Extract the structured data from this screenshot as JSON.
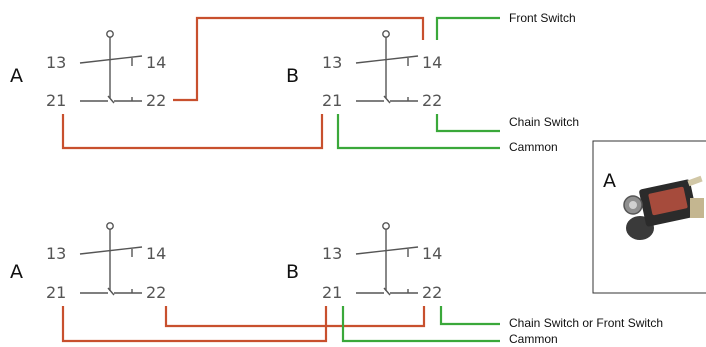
{
  "labels": {
    "a": "A",
    "b": "B",
    "photo_a": "A"
  },
  "terminals": {
    "t13": "13",
    "t14": "14",
    "t21": "21",
    "t22": "22"
  },
  "wire_labels": {
    "front_switch": "Front Switch",
    "chain_switch": "Chain Switch",
    "cammon": "Cammon",
    "chain_or_front": "Chain Switch or Front Switch"
  },
  "colors": {
    "red_wire": "#c8502e",
    "green_wire": "#3aa83a",
    "symbol": "#555555"
  },
  "icons": {
    "photo": "limit-switch-photo"
  }
}
